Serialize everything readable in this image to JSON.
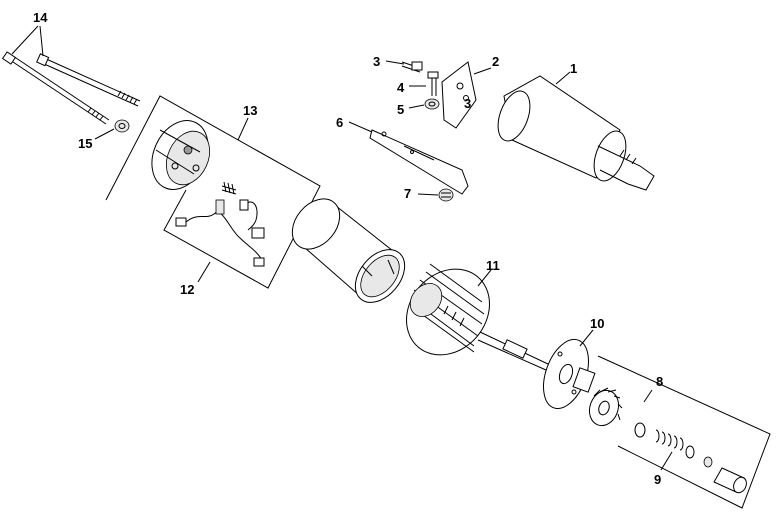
{
  "diagram": {
    "callouts": [
      {
        "id": "c1",
        "label": "1"
      },
      {
        "id": "c2",
        "label": "2"
      },
      {
        "id": "c3",
        "label": "3"
      },
      {
        "id": "c4",
        "label": "4"
      },
      {
        "id": "c5",
        "label": "5"
      },
      {
        "id": "c6",
        "label": "6"
      },
      {
        "id": "c7",
        "label": "7"
      },
      {
        "id": "c8",
        "label": "8"
      },
      {
        "id": "c9",
        "label": "9"
      },
      {
        "id": "c10",
        "label": "10"
      },
      {
        "id": "c11",
        "label": "11"
      },
      {
        "id": "c12",
        "label": "12"
      },
      {
        "id": "c13",
        "label": "13"
      },
      {
        "id": "c14",
        "label": "14"
      },
      {
        "id": "c15",
        "label": "15"
      }
    ],
    "bracket_stamp": "3"
  }
}
